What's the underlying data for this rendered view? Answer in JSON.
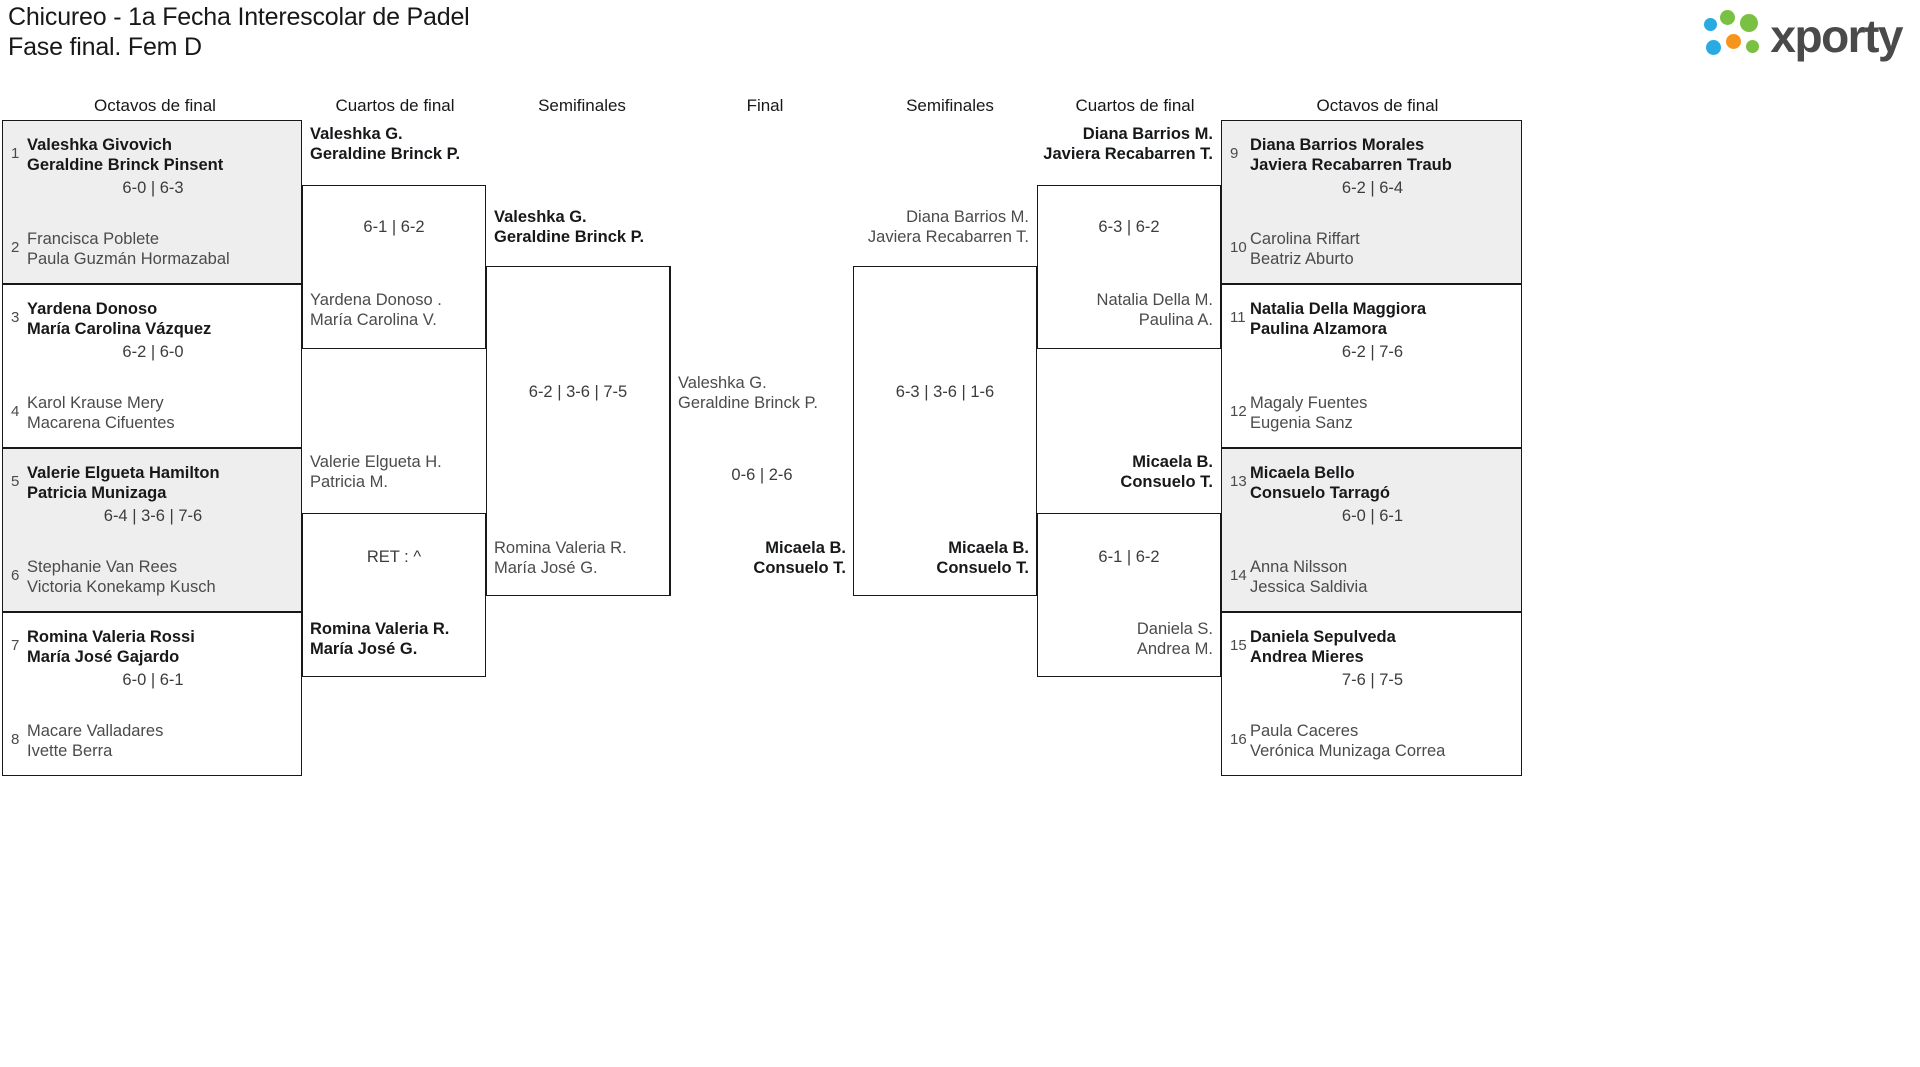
{
  "header": {
    "title": "Chicureo - 1a Fecha Interescolar de Padel\nFase final. Fem D",
    "logo_text": "xporty",
    "logo_colors": {
      "green": "#7ac143",
      "blue": "#29abe2",
      "orange": "#f7941e",
      "word": "#4a4a4a"
    }
  },
  "round_headers": {
    "left_r16": "Octavos de final",
    "left_qf": "Cuartos de final",
    "left_sf": "Semifinales",
    "final": "Final",
    "right_sf": "Semifinales",
    "right_qf": "Cuartos de final",
    "right_r16": "Octavos de final"
  },
  "left_r16": [
    {
      "seed_top": "1",
      "team_top": "Valeshka Givovich\nGeraldine Brinck Pinsent",
      "top_result": "win",
      "score": "6-0 | 6-3",
      "seed_bottom": "2",
      "team_bottom": "Francisca Poblete\nPaula Guzmán Hormazabal",
      "bottom_result": "lose",
      "shaded": true
    },
    {
      "seed_top": "3",
      "team_top": "Yardena Donoso\nMaría Carolina Vázquez",
      "top_result": "win",
      "score": "6-2 | 6-0",
      "seed_bottom": "4",
      "team_bottom": "Karol Krause Mery\nMacarena Cifuentes",
      "bottom_result": "lose",
      "shaded": false
    },
    {
      "seed_top": "5",
      "team_top": "Valerie Elgueta Hamilton\nPatricia Munizaga",
      "top_result": "win",
      "score": "6-4 | 3-6 | 7-6",
      "seed_bottom": "6",
      "team_bottom": "Stephanie Van Rees\nVictoria Konekamp Kusch",
      "bottom_result": "lose",
      "shaded": true
    },
    {
      "seed_top": "7",
      "team_top": "Romina Valeria Rossi\nMaría José Gajardo",
      "top_result": "win",
      "score": "6-0 | 6-1",
      "seed_bottom": "8",
      "team_bottom": "Macare Valladares\nIvette Berra",
      "bottom_result": "lose",
      "shaded": false
    }
  ],
  "left_qf": [
    {
      "team_top": "Valeshka G.\nGeraldine Brinck P.",
      "top_result": "win",
      "score": "6-1 | 6-2",
      "team_bottom": "Yardena Donoso .\nMaría Carolina V.",
      "bottom_result": "lose"
    },
    {
      "team_top": "Valerie Elgueta H.\nPatricia M.",
      "top_result": "lose",
      "score": "RET : ^",
      "team_bottom": "Romina Valeria R.\nMaría José G.",
      "bottom_result": "win"
    }
  ],
  "left_sf": [
    {
      "team_top": "Valeshka G.\nGeraldine Brinck P.",
      "top_result": "win",
      "score": "6-2 | 3-6 | 7-5",
      "team_bottom": "Romina Valeria R.\nMaría José G.",
      "bottom_result": "lose"
    }
  ],
  "final": {
    "team_top": "Valeshka G.\nGeraldine Brinck P.",
    "top_result": "lose",
    "score": "0-6 | 2-6",
    "team_bottom": "Micaela B.\nConsuelo T.",
    "bottom_result": "win"
  },
  "right_sf": [
    {
      "team_top": "Diana Barrios M.\nJaviera Recabarren T.",
      "top_result": "lose",
      "score": "6-3 | 3-6 | 1-6",
      "team_bottom": "Micaela B.\nConsuelo T.",
      "bottom_result": "win"
    }
  ],
  "right_qf": [
    {
      "team_top": "Diana Barrios M.\nJaviera Recabarren T.",
      "top_result": "win",
      "score": "6-3 | 6-2",
      "team_bottom": "Natalia Della M.\nPaulina A.",
      "bottom_result": "lose"
    },
    {
      "team_top": "Micaela B.\nConsuelo T.",
      "top_result": "win",
      "score": "6-1 | 6-2",
      "team_bottom": "Daniela S.\nAndrea M.",
      "bottom_result": "lose"
    }
  ],
  "right_r16": [
    {
      "seed_top": "9",
      "team_top": "Diana Barrios Morales\nJaviera Recabarren Traub",
      "top_result": "win",
      "score": "6-2 | 6-4",
      "seed_bottom": "10",
      "team_bottom": "Carolina Riffart\nBeatriz Aburto",
      "bottom_result": "lose",
      "shaded": true
    },
    {
      "seed_top": "11",
      "team_top": "Natalia Della Maggiora\nPaulina Alzamora",
      "top_result": "win",
      "score": "6-2 | 7-6",
      "seed_bottom": "12",
      "team_bottom": "Magaly Fuentes\nEugenia Sanz",
      "bottom_result": "lose",
      "shaded": false
    },
    {
      "seed_top": "13",
      "team_top": "Micaela Bello\nConsuelo Tarragó",
      "top_result": "win",
      "score": "6-0 | 6-1",
      "seed_bottom": "14",
      "team_bottom": "Anna Nilsson\nJessica Saldivia",
      "bottom_result": "lose",
      "shaded": true
    },
    {
      "seed_top": "15",
      "team_top": "Daniela Sepulveda\nAndrea Mieres",
      "top_result": "win",
      "score": "7-6 | 7-5",
      "seed_bottom": "16",
      "team_bottom": "Paula Caceres\nVerónica Munizaga Correa",
      "bottom_result": "lose",
      "shaded": false
    }
  ]
}
